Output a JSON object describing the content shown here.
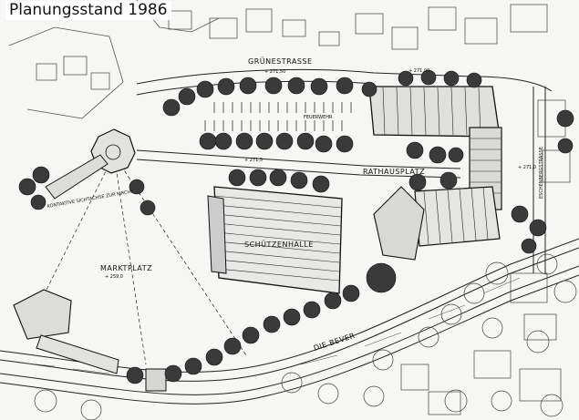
{
  "title": "Planungsstand 1986",
  "labels": {
    "gruenestrasse": "GRÜNESTRASSE",
    "rathausplatz": "RATHAUSPLATZ",
    "schuetzenhalle": "SCHÜTZENHALLE",
    "marktplatz": "MARKTPLATZ",
    "die_bever": "DIE BEVER",
    "eschenbergstrasse": "ESCHENBERGSTRASSE",
    "elev_marktplatz": "+ 259,0",
    "elev_gruene": "+ 271,50",
    "elev_rathaus": "+ 271,5",
    "elev_right": "+ 271,00",
    "elev_right2": "+ 271,0",
    "note_left": "KONTAKTIVE SICHTACHSE ZUR KIRCHE",
    "note_parking": "FEUERWEHR"
  },
  "colors": {
    "ink": "#111111",
    "paper": "#f6f6f4",
    "tree": "#2a2a2a"
  }
}
